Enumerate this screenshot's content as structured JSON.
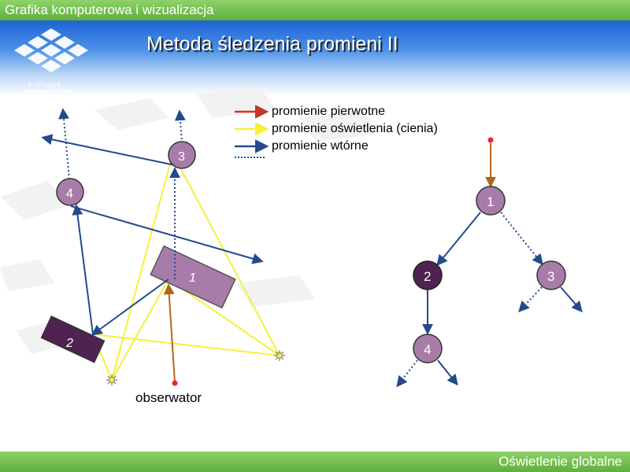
{
  "topbar": {
    "title": "Grafika komputerowa i wizualizacja"
  },
  "slide": {
    "title": "Metoda śledzenia promieni II"
  },
  "logo": {
    "line1": "E-STUDIA",
    "line2": "INFORMATYCZNE"
  },
  "footer": {
    "label": "Oświetlenie globalne"
  },
  "legend": [
    {
      "label": "promienie pierwotne",
      "color": "#e8281e",
      "style": "solid"
    },
    {
      "label": "promienie oświetlenia (cienia)",
      "color": "#f5f03a",
      "style": "solid"
    },
    {
      "label": "promienie wtórne",
      "color": "#244a8c",
      "style": "solid"
    },
    {
      "label": "",
      "color": "#244a8c",
      "style": "dotted"
    }
  ],
  "scene": {
    "observer_label": "obserwator",
    "objects": [
      {
        "label": "1",
        "shape": "rectangle"
      },
      {
        "label": "2",
        "shape": "rectangle"
      },
      {
        "label": "3",
        "shape": "circle"
      },
      {
        "label": "4",
        "shape": "circle"
      }
    ]
  },
  "tree": {
    "nodes": [
      {
        "label": "1"
      },
      {
        "label": "2"
      },
      {
        "label": "3"
      },
      {
        "label": "4"
      }
    ]
  },
  "colors": {
    "node_light": "#a87ca8",
    "node_dark": "#4e2352",
    "primary_ray": "#e8281e",
    "shadow_ray": "#f5f03a",
    "secondary_ray": "#244a8c",
    "header_blue": "#2a6fd6",
    "bar_green": "#6cbf45"
  }
}
